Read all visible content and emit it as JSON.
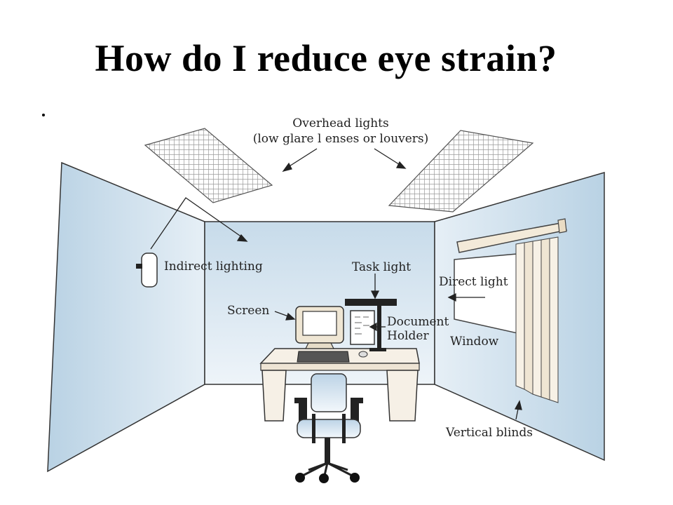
{
  "slide": {
    "title": "How do I reduce eye strain?"
  },
  "labels": {
    "overhead_line1": "Overhead lights",
    "overhead_line2": "(low glare l enses or louvers)",
    "indirect_lighting": "Indirect lighting",
    "task_light": "Task light",
    "direct_light": "Direct light",
    "screen": "Screen",
    "document_line1": "Document",
    "document_line2": "Holder",
    "window": "Window",
    "vertical_blinds": "Vertical blinds"
  },
  "colors": {
    "wall": "#cfe0ec",
    "wall_light": "#e4eef5",
    "outline": "#222222",
    "desk": "#f4ede2",
    "chair": "#d8e6f0"
  }
}
